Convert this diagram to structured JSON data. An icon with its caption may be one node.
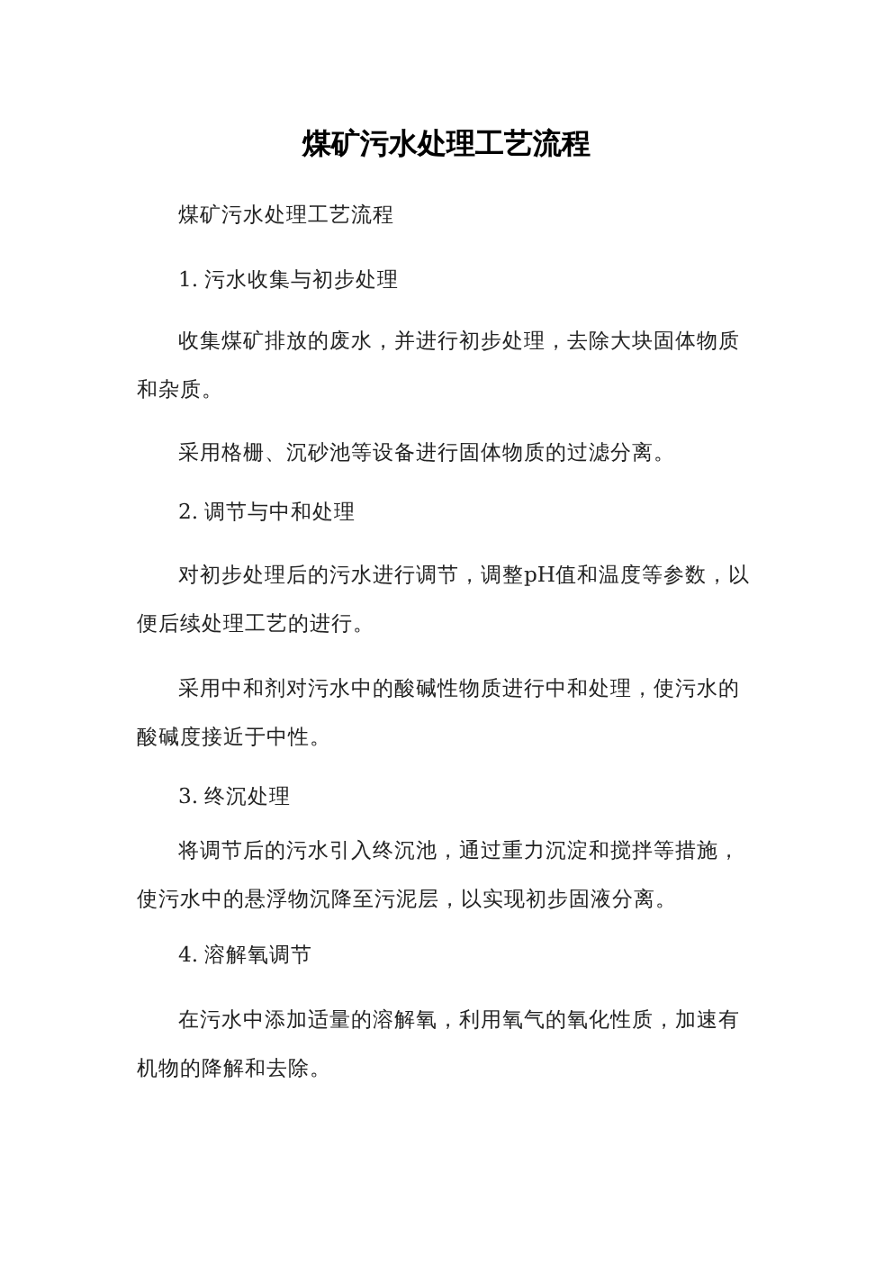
{
  "diagram": {
    "title": "煤矿污水处理工艺流程",
    "labels": [
      "煤矿污水处理工艺流程",
      "1. 污水收集与初步处理",
      "收集煤矿排放的废水，并进行初步处理，去除大块固体物质和杂质。",
      "采用格栅、沉砂池等设备进行固体物质的过滤分离。",
      "2. 调节与中和处理",
      "对初步处理后的污水进行调节，调整pH值和温度等参数，以便后续处理工艺的进行。",
      "采用中和剂对污水中的酸碱性物质进行中和处理，使污水的酸碱度接近于中性。",
      "3. 终沉处理",
      "将调节后的污水引入终沉池，通过重力沉淀和搅拌等措施，使污水中的悬浮物沉降至污泥层，以实现初步固液分离。",
      "4. 溶解氧调节",
      "在污水中添加适量的溶解氧，利用氧气的氧化性质，加速有机物的降解和去除。"
    ]
  }
}
